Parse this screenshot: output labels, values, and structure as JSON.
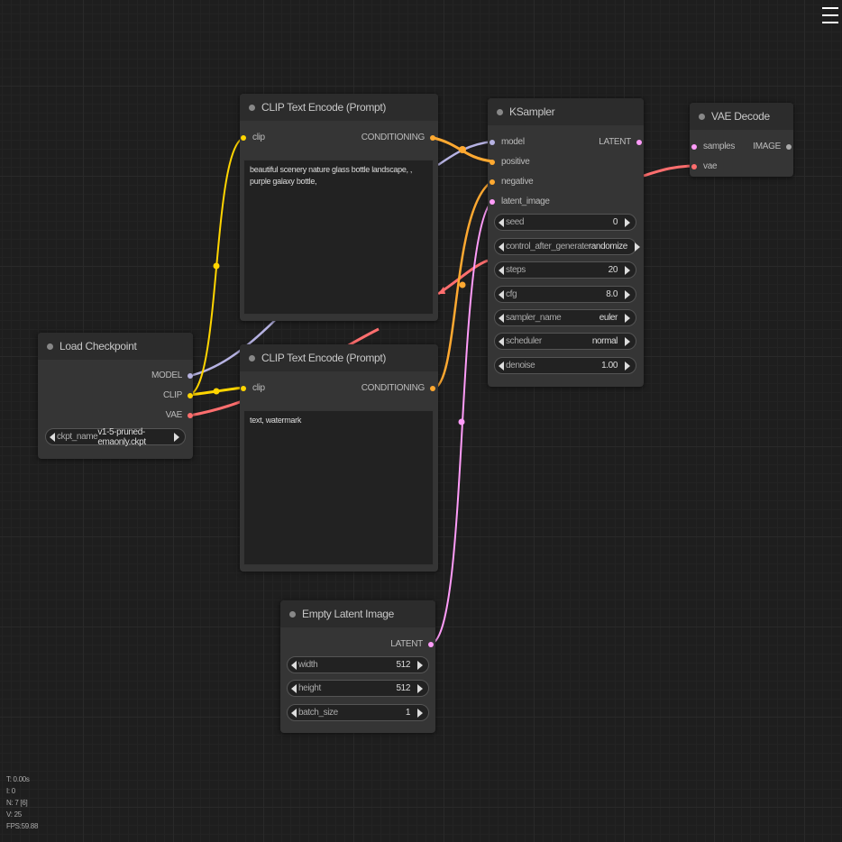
{
  "menu": {
    "icon": "hamburger-menu-icon"
  },
  "colors": {
    "model": "#b6b2e2",
    "clip": "#ffd500",
    "vae": "#ff6e6e",
    "conditioning": "#ffa931",
    "latent": "#ff9cf9",
    "image": "#64b5f6"
  },
  "nodes": {
    "load_checkpoint": {
      "title": "Load Checkpoint",
      "outputs": [
        "MODEL",
        "CLIP",
        "VAE"
      ],
      "widgets": [
        {
          "label": "ckpt_name",
          "value": "v1-5-pruned-emaonly.ckpt"
        }
      ]
    },
    "clip_pos": {
      "title": "CLIP Text Encode (Prompt)",
      "input": "clip",
      "output": "CONDITIONING",
      "text": "beautiful scenery nature glass bottle landscape, , purple galaxy bottle,"
    },
    "clip_neg": {
      "title": "CLIP Text Encode (Prompt)",
      "input": "clip",
      "output": "CONDITIONING",
      "text": "text, watermark"
    },
    "ksampler": {
      "title": "KSampler",
      "inputs": [
        "model",
        "positive",
        "negative",
        "latent_image"
      ],
      "output": "LATENT",
      "widgets": [
        {
          "label": "seed",
          "value": "0"
        },
        {
          "label": "control_after_generate",
          "value": "randomize"
        },
        {
          "label": "steps",
          "value": "20"
        },
        {
          "label": "cfg",
          "value": "8.0"
        },
        {
          "label": "sampler_name",
          "value": "euler"
        },
        {
          "label": "scheduler",
          "value": "normal"
        },
        {
          "label": "denoise",
          "value": "1.00"
        }
      ]
    },
    "vae_decode": {
      "title": "VAE Decode",
      "inputs": [
        "samples",
        "vae"
      ],
      "output": "IMAGE"
    },
    "empty_latent": {
      "title": "Empty Latent Image",
      "output": "LATENT",
      "widgets": [
        {
          "label": "width",
          "value": "512"
        },
        {
          "label": "height",
          "value": "512"
        },
        {
          "label": "batch_size",
          "value": "1"
        }
      ]
    }
  },
  "stats": {
    "t": "T: 0.00s",
    "i": "I: 0",
    "n": "N: 7 [6]",
    "v": "V: 25",
    "fps": "FPS:59.88"
  }
}
